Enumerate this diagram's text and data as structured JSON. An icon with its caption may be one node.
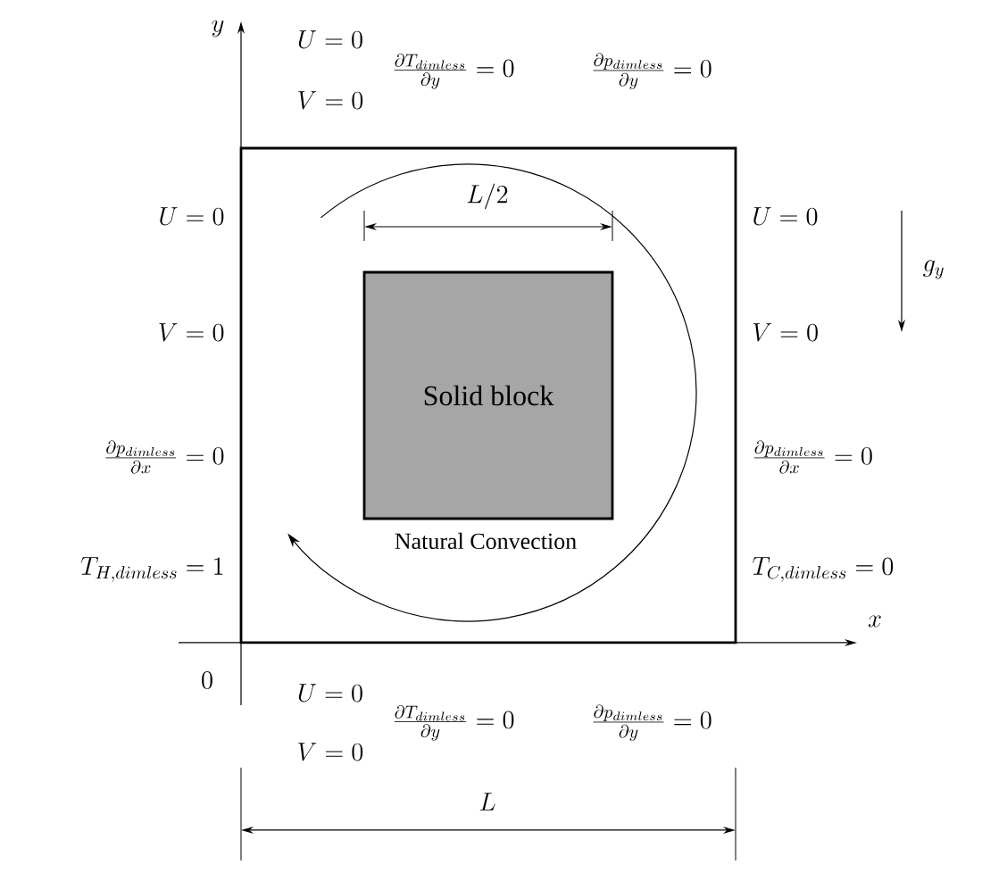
{
  "diagram": {
    "nodes": [
      {
        "text": [],
        "shape": "box"
      },
      {
        "text": [
          "Solid block"
        ],
        "in": 0
      }
    ],
    "labels": [
      "y",
      "U=0",
      "\\frac{\\partial T_{dimless}}{\\partial y}=0",
      "\\frac{\\partial p_{dimless}}{\\partial y}=0",
      "V=0",
      "L/2",
      "U=0",
      "U=0",
      "g_y",
      "V=0",
      "V=0",
      "\\frac{\\partial p_{dimless}}{\\partial x}=0",
      "\\frac{\\partial p_{dimless}}{\\partial x}=0",
      "Natural Convection",
      "T_{H,dimless}=1",
      "T_{C,dimless}=0",
      "x",
      "0",
      "U=0",
      "\\frac{\\partial T_{dimless}}{\\partial y}=0",
      "\\frac{\\partial p_{dimless}}{\\partial y}=0",
      "V=0",
      "L"
    ]
  }
}
